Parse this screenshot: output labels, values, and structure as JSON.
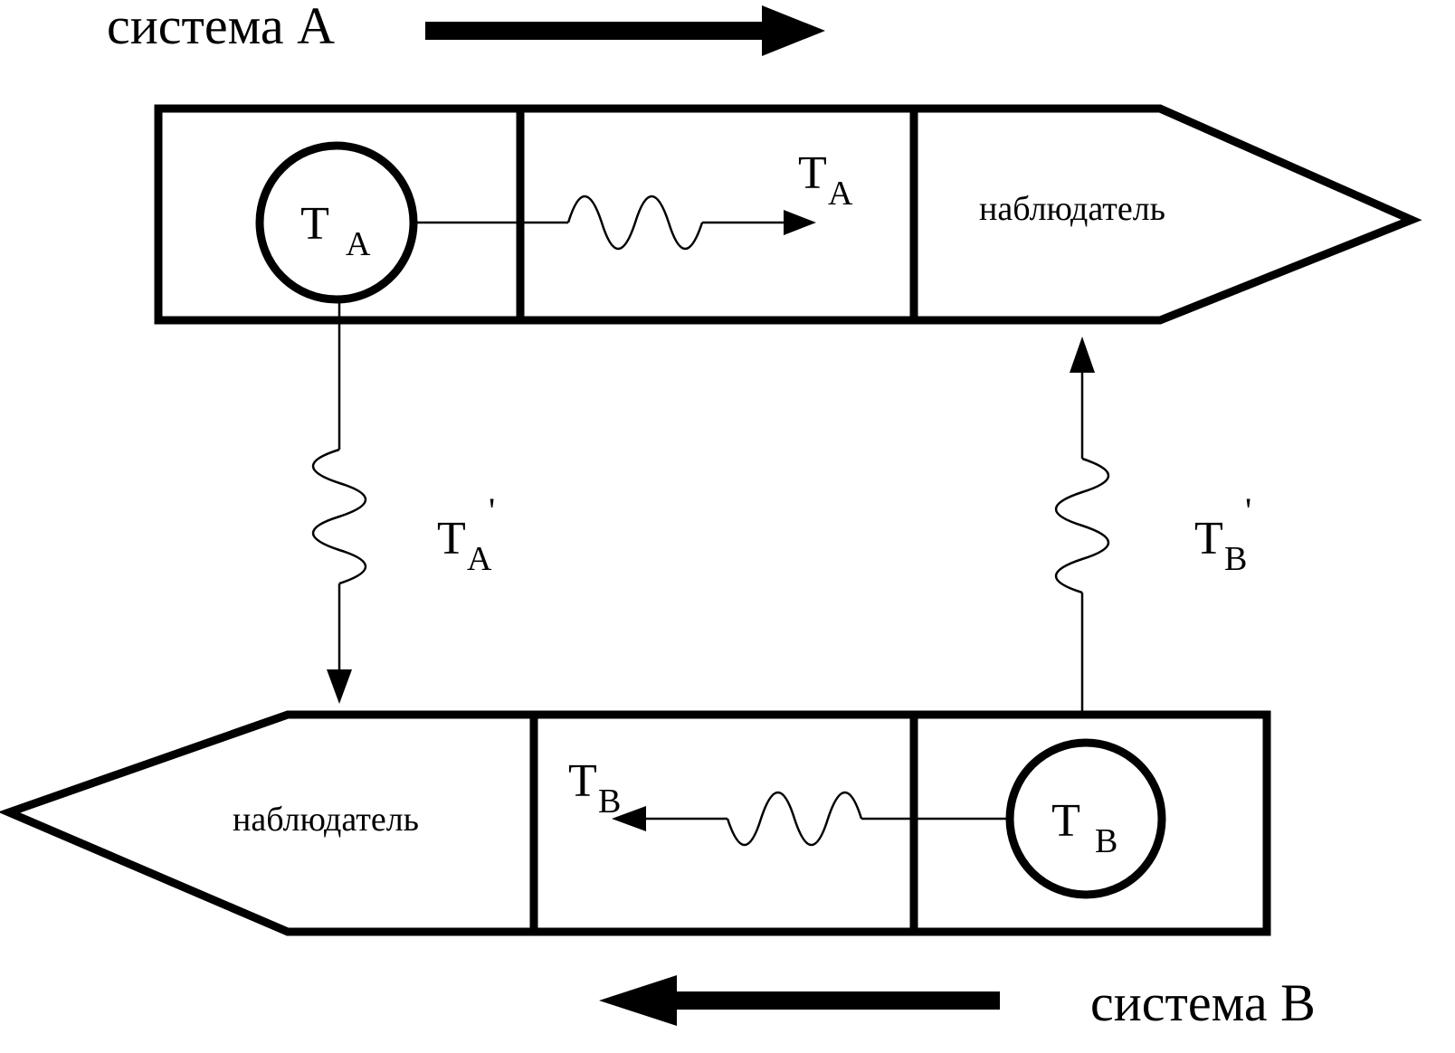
{
  "system_a": {
    "title": "система A",
    "observer_label": "наблюдатель",
    "clock_label": {
      "base": "T",
      "sub": "A"
    },
    "emitted_signal_label": {
      "base": "T",
      "sub": "A"
    },
    "cross_signal_label": {
      "base": "T",
      "sub": "A",
      "prime": "'"
    }
  },
  "system_b": {
    "title": "система B",
    "observer_label": "наблюдатель",
    "clock_label": {
      "base": "T",
      "sub": "B"
    },
    "emitted_signal_label": {
      "base": "T",
      "sub": "B"
    },
    "cross_signal_label": {
      "base": "T",
      "sub": "B",
      "prime": "'"
    }
  }
}
